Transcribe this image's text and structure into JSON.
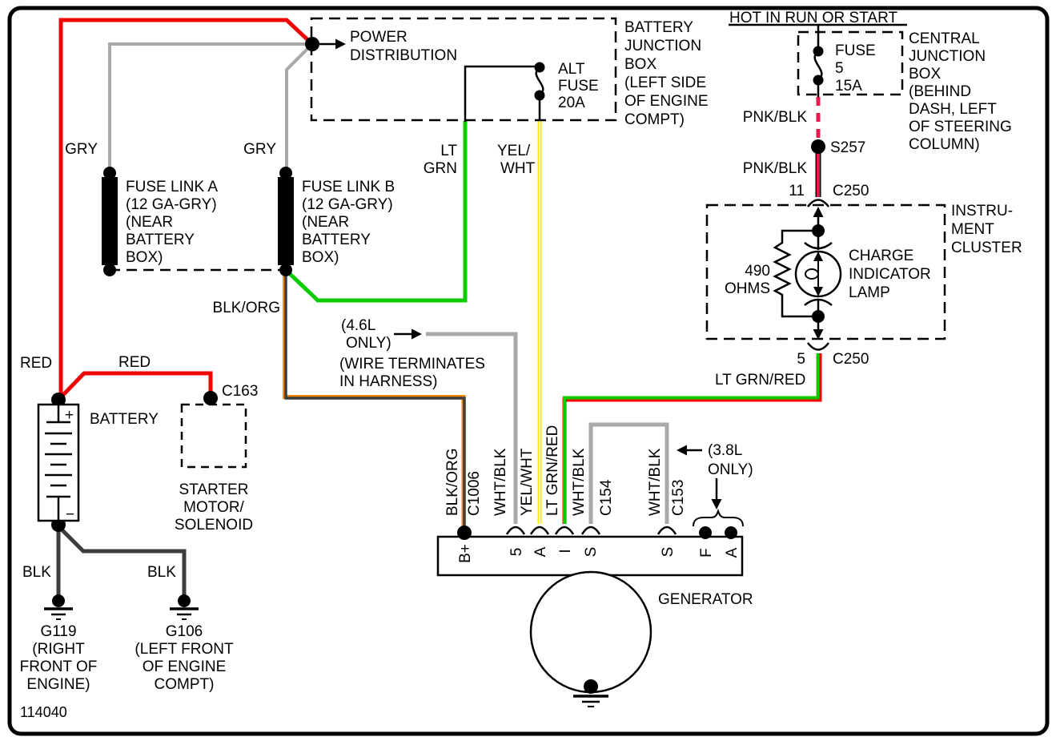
{
  "diagram_id": "114040",
  "colors": {
    "red": "#f00505",
    "gray": "#a9a9a9",
    "lt_green": "#0ccc00",
    "yellow": "#ffe600",
    "white_core": "#ffffff",
    "orange": "#ff8a00",
    "pink": "#ea1a4e",
    "blk_wire": "#3d3d3d",
    "black": "#000000"
  },
  "power_distribution": {
    "lines": [
      "POWER",
      "DISTRIBUTION"
    ]
  },
  "battery_junction_box": {
    "note_lines": [
      "BATTERY",
      "JUNCTION",
      "BOX",
      "(LEFT SIDE",
      "OF ENGINE",
      "COMPT)"
    ],
    "alt_fuse_lines": [
      "ALT",
      "FUSE",
      "20A"
    ]
  },
  "central_junction_box": {
    "hot_label": "HOT IN RUN OR START",
    "fuse_lines": [
      "FUSE",
      "5",
      "15A"
    ],
    "note_lines": [
      "CENTRAL",
      "JUNCTION",
      "BOX",
      "(BEHIND",
      "DASH, LEFT",
      "OF STEERING",
      "COLUMN)"
    ]
  },
  "instrument_cluster": {
    "note_lines": [
      "INSTRU-",
      "MENT",
      "CLUSTER"
    ],
    "resistor_lines": [
      "490",
      "OHMS"
    ],
    "lamp_lines": [
      "CHARGE",
      "INDICATOR",
      "LAMP"
    ]
  },
  "connectors": {
    "s257": "S257",
    "c250_top_pin": "11",
    "c250_top": "C250",
    "c250_bottom_pin": "5",
    "c250_bottom": "C250",
    "c163": "C163"
  },
  "wire_labels": {
    "gry_a": "GRY",
    "gry_b": "GRY",
    "lt_grn": [
      "LT",
      "GRN"
    ],
    "yel_wht": [
      "YEL/",
      "WHT"
    ],
    "pnk_blk_upper": "PNK/BLK",
    "pnk_blk_lower": "PNK/BLK",
    "red_left": "RED",
    "red_mid": "RED",
    "blk_org": "BLK/ORG",
    "lt_grn_red": "LT GRN/RED",
    "blk_left": "BLK",
    "blk_right": "BLK",
    "vertical": [
      "BLK/ORG",
      "C1006",
      "WHT/BLK",
      "YEL/WHT",
      "LT GRN/RED",
      "WHT/BLK",
      "C154",
      "WHT/BLK",
      "C153"
    ]
  },
  "fuse_link_a": {
    "lines": [
      "FUSE LINK A",
      "(12 GA-GRY)",
      "(NEAR",
      "BATTERY",
      "BOX)"
    ]
  },
  "fuse_link_b": {
    "lines": [
      "FUSE LINK B",
      "(12 GA-GRY)",
      "(NEAR",
      "BATTERY",
      "BOX)"
    ]
  },
  "battery": {
    "label": "BATTERY",
    "plus": "+",
    "minus": "−"
  },
  "starter": {
    "lines": [
      "STARTER",
      "MOTOR/",
      "SOLENOID"
    ]
  },
  "grounds": {
    "g119_lines": [
      "G119",
      "(RIGHT",
      "FRONT OF",
      "ENGINE)"
    ],
    "g106_lines": [
      "G106",
      "(LEFT FRONT",
      "OF ENGINE",
      "COMPT)"
    ]
  },
  "generator": {
    "label": "GENERATOR",
    "pins": [
      "B+",
      "5",
      "A",
      "I",
      "S",
      "S",
      "F",
      "A"
    ]
  },
  "notes": {
    "l46": [
      "(4.6L",
      "ONLY)"
    ],
    "wire_terminates": [
      "(WIRE TERMINATES",
      "IN HARNESS)"
    ],
    "l38": [
      "(3.8L",
      "ONLY)"
    ]
  }
}
